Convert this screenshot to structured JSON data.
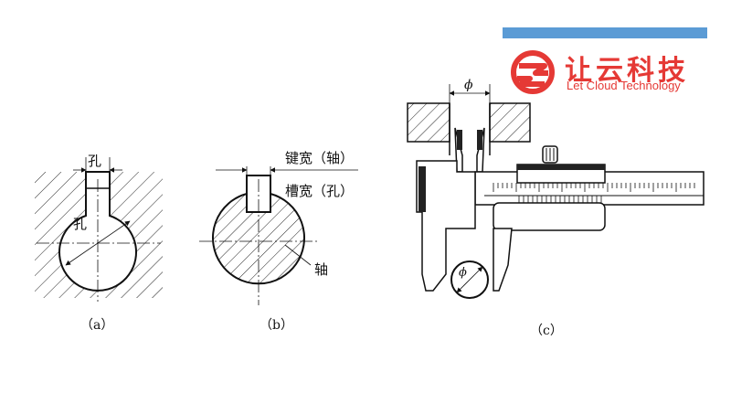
{
  "logo": {
    "name_cn": "让云科技",
    "name_en": "Let Cloud Technology",
    "color": "#e53935",
    "bar_color": "#5b9bd5"
  },
  "figure_a": {
    "caption": "（a）",
    "hole_width_label": "孔",
    "hole_diameter_label": "孔"
  },
  "figure_b": {
    "caption": "（b）",
    "key_width_label": "键宽（轴）",
    "slot_width_label": "槽宽（孔）",
    "shaft_label": "轴"
  },
  "figure_c": {
    "caption": "（c）",
    "phi_top": "ϕ",
    "phi_bottom": "ϕ"
  }
}
